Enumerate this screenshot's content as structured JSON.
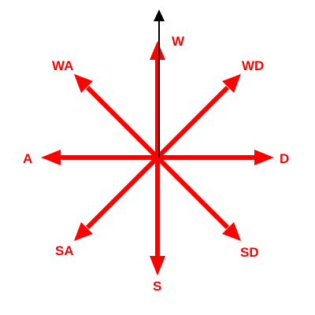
{
  "colors": {
    "arrow": "#ff0000",
    "pointer": "#000000",
    "background": "#ffffff"
  },
  "directions": [
    {
      "key": "up",
      "label": "W"
    },
    {
      "key": "up-left",
      "label": "WA"
    },
    {
      "key": "up-right",
      "label": "WD"
    },
    {
      "key": "left",
      "label": "A"
    },
    {
      "key": "right",
      "label": "D"
    },
    {
      "key": "down-left",
      "label": "SA"
    },
    {
      "key": "down-right",
      "label": "SD"
    },
    {
      "key": "down",
      "label": "S"
    }
  ]
}
